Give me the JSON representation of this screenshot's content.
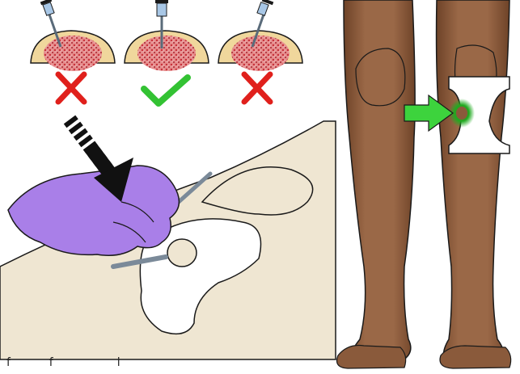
{
  "figure": {
    "left_panel": {
      "insertion_angles": [
        {
          "name": "angle-left",
          "verdict": "incorrect",
          "marker": "cross"
        },
        {
          "name": "angle-middle",
          "verdict": "correct",
          "marker": "check"
        },
        {
          "name": "angle-right",
          "verdict": "incorrect",
          "marker": "cross"
        }
      ],
      "direction_arrow": "black-striped-arrow",
      "glove_color": "#a97fe8",
      "skin_color": "#efe6d2",
      "bone_marrow_color": "#d9534f"
    },
    "right_panel": {
      "skin_color": "#8a5a3b",
      "pointer_arrow_color": "#3dd33d",
      "target_glow_color": "#1faa1f",
      "sterile_drape_color": "#ffffff"
    },
    "colors": {
      "incorrect": "#e0201c",
      "correct": "#33c233",
      "outline": "#1a1a1a"
    }
  }
}
